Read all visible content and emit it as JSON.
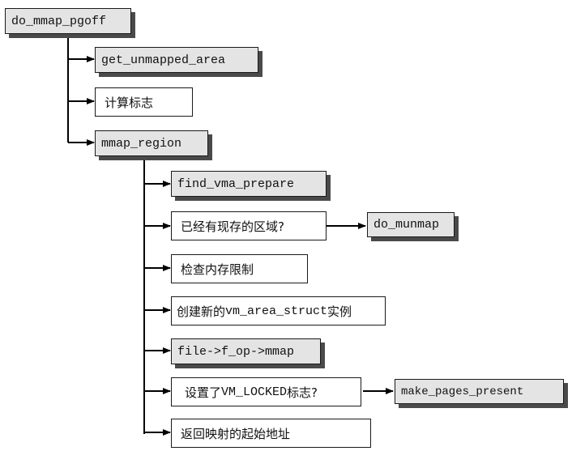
{
  "nodes": {
    "do_mmap_pgoff": "do_mmap_pgoff",
    "get_unmapped_area": "get_unmapped_area",
    "compute_flags": "计算标志",
    "mmap_region": "mmap_region",
    "find_vma_prepare": "find_vma_prepare",
    "existing_region_prefix": "已经有现存的区域?",
    "do_munmap": "do_munmap",
    "check_memory_limits": "检查内存限制",
    "create_vma_prefix": "创建新的",
    "create_vma_code": "vm_area_struct",
    "create_vma_suffix": "实例",
    "file_mmap": "file->f_op->mmap",
    "vm_locked_prefix": "设置了",
    "vm_locked_code": "VM_LOCKED",
    "vm_locked_suffix": "标志?",
    "make_pages_present": "make_pages_present",
    "return_address": "返回映射的起始地址"
  }
}
